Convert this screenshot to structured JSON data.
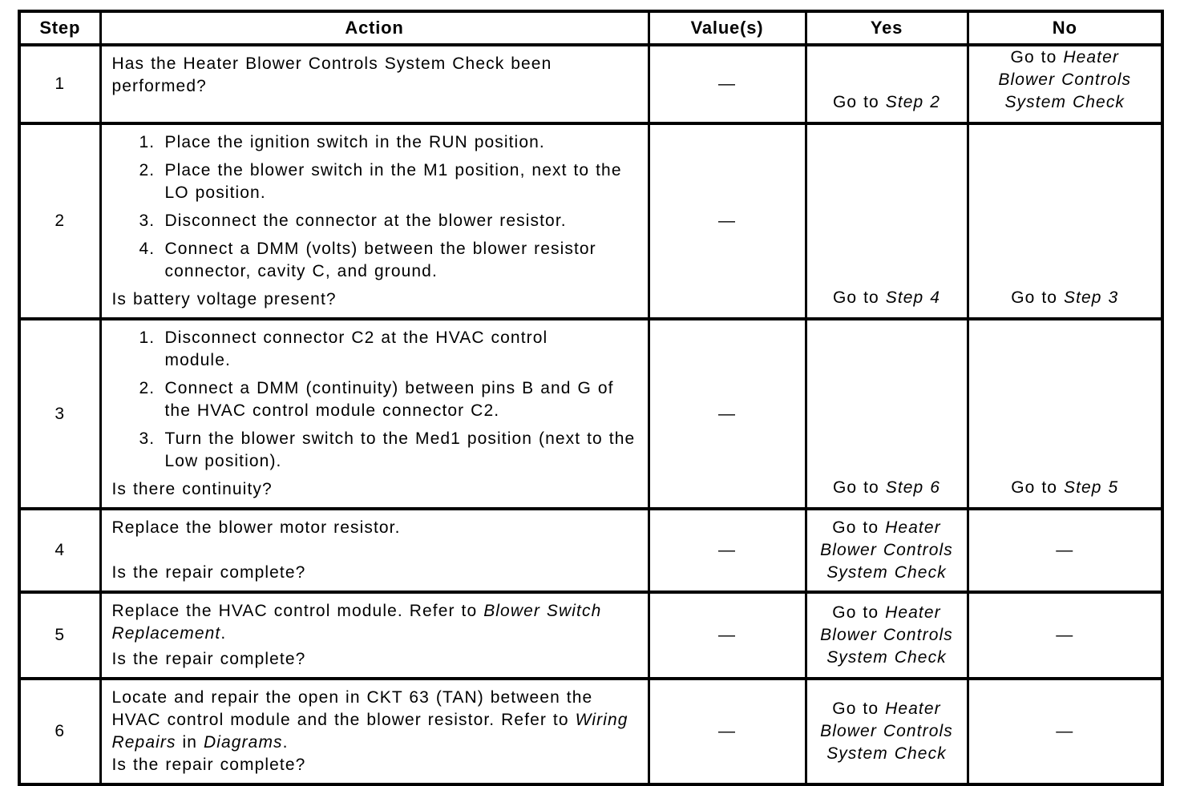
{
  "table": {
    "headers": [
      "Step",
      "Action",
      "Value(s)",
      "Yes",
      "No"
    ],
    "dash": "—",
    "rows": [
      {
        "step": "1",
        "action": {
          "text": "Has the Heater Blower Controls System Check been performed?"
        },
        "value": "—",
        "yes": {
          "prefix": "Go to ",
          "ref": "Step 2"
        },
        "no": {
          "prefix": "Go to ",
          "ref": "Heater Blower Controls System Check"
        }
      },
      {
        "step": "2",
        "action": {
          "items": [
            {
              "num": "1.",
              "text": "Place the ignition switch in the RUN position."
            },
            {
              "num": "2.",
              "text": "Place the blower switch in the M1 position, next to the LO position."
            },
            {
              "num": "3.",
              "text": "Disconnect the connector at the blower resistor."
            },
            {
              "num": "4.",
              "text": "Connect a DMM (volts) between the blower resistor connector, cavity C, and ground."
            }
          ],
          "question": "Is battery voltage present?"
        },
        "value": "—",
        "yes": {
          "prefix": "Go to ",
          "ref": "Step 4"
        },
        "no": {
          "prefix": "Go to ",
          "ref": "Step 3"
        }
      },
      {
        "step": "3",
        "action": {
          "items": [
            {
              "num": "1.",
              "text": "Disconnect connector C2 at the HVAC control module."
            },
            {
              "num": "2.",
              "text": "Connect a DMM (continuity) between pins B and G of the HVAC control module connector C2."
            },
            {
              "num": "3.",
              "text": "Turn the blower switch to the Med1 position (next to the Low position)."
            }
          ],
          "question": "Is there continuity?"
        },
        "value": "—",
        "yes": {
          "prefix": "Go to ",
          "ref": "Step 6"
        },
        "no": {
          "prefix": "Go to ",
          "ref": "Step 5"
        }
      },
      {
        "step": "4",
        "action": {
          "text": "Replace the blower motor resistor.",
          "question": "Is the repair complete?"
        },
        "value": "—",
        "yes": {
          "prefix": "Go to ",
          "ref": "Heater Blower Controls System Check"
        },
        "no": "—"
      },
      {
        "step": "5",
        "action": {
          "parts": [
            "Replace the HVAC control module. Refer to ",
            "Blower Switch Replacement",
            "."
          ],
          "question": "Is the repair complete?"
        },
        "value": "—",
        "yes": {
          "prefix": "Go to ",
          "ref": "Heater Blower Controls System Check"
        },
        "no": "—"
      },
      {
        "step": "6",
        "action": {
          "parts": [
            "Locate and repair the open in CKT 63 (TAN) between the HVAC control module and the blower resistor. Refer to ",
            "Wiring Repairs",
            " in ",
            "Diagrams",
            "."
          ],
          "question": "Is the repair complete?"
        },
        "value": "—",
        "yes": {
          "prefix": "Go to ",
          "ref": "Heater Blower Controls System Check"
        },
        "no": "—"
      }
    ]
  }
}
